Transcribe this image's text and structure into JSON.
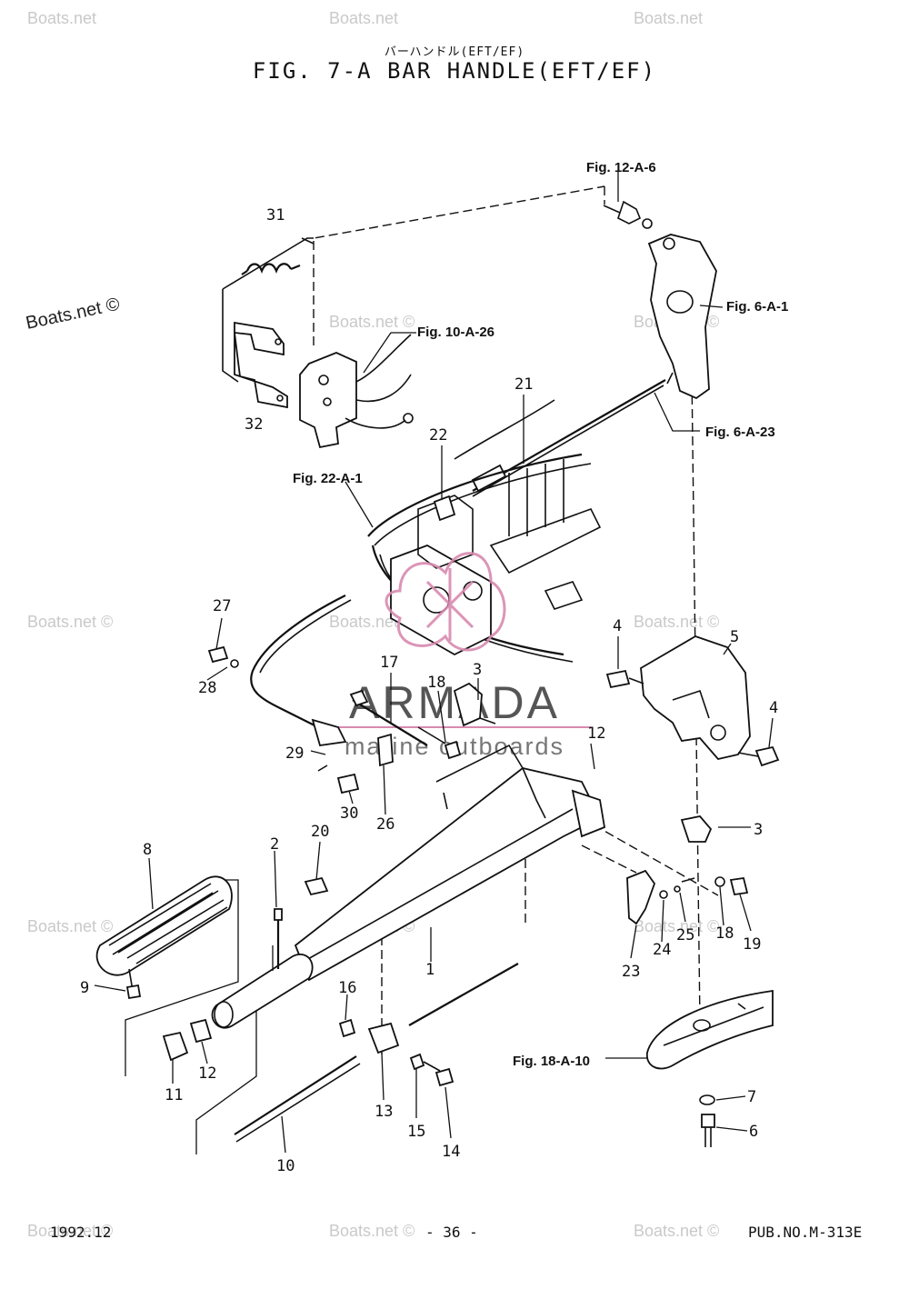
{
  "header": {
    "japanese_title": "バーハンドル(EFT/EF)",
    "title": "FIG.  7-A BAR HANDLE(EFT/EF)"
  },
  "footer": {
    "date": "1992.12",
    "page": "- 36 -",
    "pub_no": "PUB.NO.M-313E"
  },
  "watermarks": {
    "site": "Boats.net ©",
    "site_short": "Boats.net",
    "brand_name": "ARMADA",
    "brand_tagline": "marine outboards"
  },
  "references": {
    "fig_12_a_6": "Fig. 12-A-6",
    "fig_6_a_1": "Fig. 6-A-1",
    "fig_10_a_26": "Fig. 10-A-26",
    "fig_6_a_23": "Fig. 6-A-23",
    "fig_22_a_1": "Fig. 22-A-1",
    "fig_18_a_10": "Fig. 18-A-10"
  },
  "parts": {
    "p1": "1",
    "p2": "2",
    "p3a": "3",
    "p3b": "3",
    "p4a": "4",
    "p4b": "4",
    "p5": "5",
    "p6": "6",
    "p7": "7",
    "p8": "8",
    "p9": "9",
    "p10": "10",
    "p11": "11",
    "p12a": "12",
    "p12b": "12",
    "p13": "13",
    "p14": "14",
    "p15": "15",
    "p16": "16",
    "p17": "17",
    "p18a": "18",
    "p18b": "18",
    "p19": "19",
    "p20": "20",
    "p21": "21",
    "p22": "22",
    "p23": "23",
    "p24": "24",
    "p25": "25",
    "p26": "26",
    "p27": "27",
    "p28": "28",
    "p29": "29",
    "p30": "30",
    "p31": "31",
    "p32": "32"
  },
  "colors": {
    "brand_pink": "#d88ab0",
    "brand_gray": "#555555",
    "watermark_gray": "#c9c9c9"
  }
}
